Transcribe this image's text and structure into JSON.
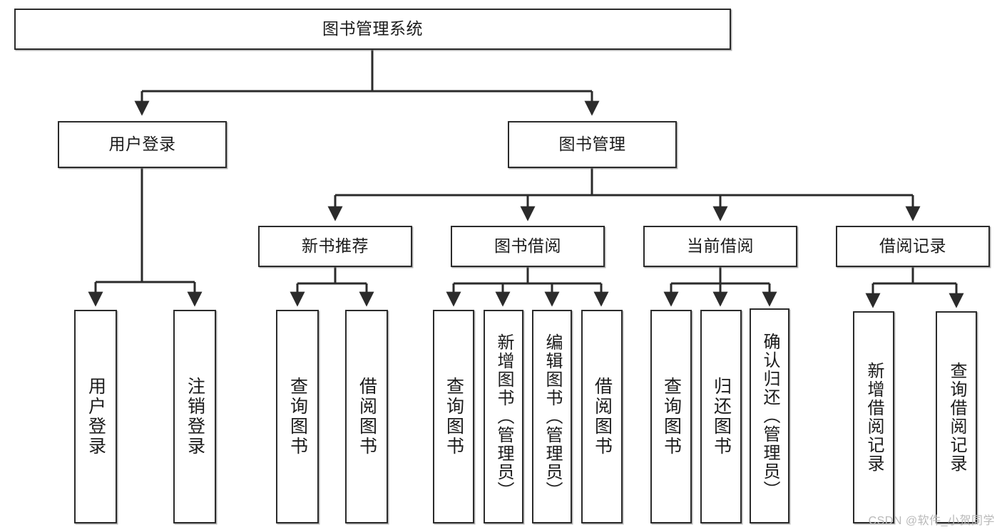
{
  "diagram": {
    "type": "tree-hierarchy",
    "title": "图书管理系统",
    "watermark": "CSDN @软件_小贺同学",
    "colors": {
      "node_border": "#2b2b2b",
      "node_fill": "#ffffff",
      "edge": "#2b2b2b",
      "watermark": "#b9b9b9",
      "background": "#ffffff"
    },
    "nodes": {
      "root": {
        "label": "图书管理系统",
        "level": 1
      },
      "user_login": {
        "label": "用户登录",
        "level": 2
      },
      "book_manage": {
        "label": "图书管理",
        "level": 2
      },
      "new_book_rec": {
        "label": "新书推荐",
        "level": 3
      },
      "book_borrow": {
        "label": "图书借阅",
        "level": 3
      },
      "current_borrow": {
        "label": "当前借阅",
        "level": 3
      },
      "borrow_record": {
        "label": "借阅记录",
        "level": 3
      },
      "leaf_user_login": {
        "label": "用户登录",
        "level": 3
      },
      "leaf_logout": {
        "label": "注销登录",
        "level": 3
      },
      "leaf_query_book_1": {
        "label": "查询图书",
        "level": 4
      },
      "leaf_borrow_book_1": {
        "label": "借阅图书",
        "level": 4
      },
      "leaf_query_book_2": {
        "label": "查询图书",
        "level": 4
      },
      "leaf_add_book": {
        "label": "新增图书（管理员）",
        "level": 4
      },
      "leaf_edit_book": {
        "label": "编辑图书（管理员）",
        "level": 4
      },
      "leaf_borrow_book_2": {
        "label": "借阅图书",
        "level": 4
      },
      "leaf_query_book_3": {
        "label": "查询图书",
        "level": 4
      },
      "leaf_return_book": {
        "label": "归还图书",
        "level": 4
      },
      "leaf_confirm_return": {
        "label": "确认归还（管理员）",
        "level": 4
      },
      "leaf_add_record": {
        "label": "新增借阅记录",
        "level": 4
      },
      "leaf_query_record": {
        "label": "查询借阅记录",
        "level": 4
      }
    },
    "edges": [
      {
        "from": "root",
        "to": "user_login"
      },
      {
        "from": "root",
        "to": "book_manage"
      },
      {
        "from": "user_login",
        "to": "leaf_user_login"
      },
      {
        "from": "user_login",
        "to": "leaf_logout"
      },
      {
        "from": "book_manage",
        "to": "new_book_rec"
      },
      {
        "from": "book_manage",
        "to": "book_borrow"
      },
      {
        "from": "book_manage",
        "to": "current_borrow"
      },
      {
        "from": "book_manage",
        "to": "borrow_record"
      },
      {
        "from": "new_book_rec",
        "to": "leaf_query_book_1"
      },
      {
        "from": "new_book_rec",
        "to": "leaf_borrow_book_1"
      },
      {
        "from": "book_borrow",
        "to": "leaf_query_book_2"
      },
      {
        "from": "book_borrow",
        "to": "leaf_add_book"
      },
      {
        "from": "book_borrow",
        "to": "leaf_edit_book"
      },
      {
        "from": "book_borrow",
        "to": "leaf_borrow_book_2"
      },
      {
        "from": "current_borrow",
        "to": "leaf_query_book_3"
      },
      {
        "from": "current_borrow",
        "to": "leaf_return_book"
      },
      {
        "from": "current_borrow",
        "to": "leaf_confirm_return"
      },
      {
        "from": "borrow_record",
        "to": "leaf_add_record"
      },
      {
        "from": "borrow_record",
        "to": "leaf_query_record"
      }
    ]
  }
}
